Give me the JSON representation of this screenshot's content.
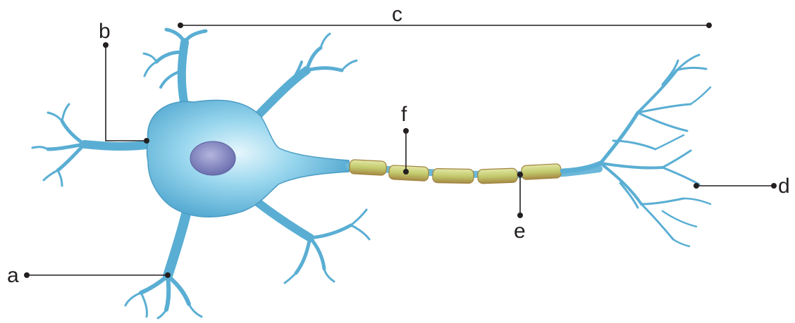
{
  "labels": {
    "a": "a",
    "b": "b",
    "c": "c",
    "d": "d",
    "e": "e",
    "f": "f"
  },
  "colors": {
    "cytoplasm": "#8ccde6",
    "membrane_edge": "#4a9cc4",
    "nucleus": "#7c7fb8",
    "myelin": "#c9cf7a",
    "myelin_edge": "#b08a4a",
    "line": "#231f20"
  }
}
